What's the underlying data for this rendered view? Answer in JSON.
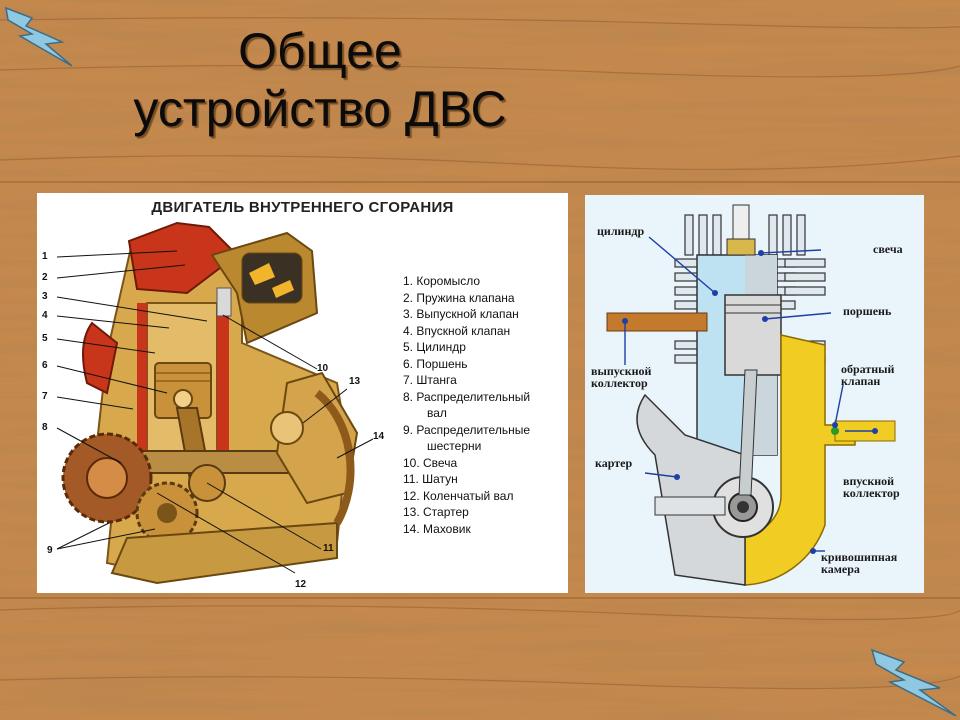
{
  "slide": {
    "title_line1": "Общее",
    "title_line2": "устройство ДВС"
  },
  "colors": {
    "wood": "#c98a4c",
    "wood_dark": "#8d5226",
    "bolt": "#8fc8e0",
    "engine_gold": "#d7a94c",
    "engine_red": "#c8351a",
    "coolant_yellow": "#f1cc22",
    "leader_blue": "#1d3fa6"
  },
  "icons": [
    "lightning-bolt-icon",
    "lightning-bolt-icon"
  ],
  "diagram_left": {
    "title": "ДВИГАТЕЛЬ ВНУТРЕННЕГО СГОРАНИЯ",
    "legend": [
      {
        "n": "1. Коромысло"
      },
      {
        "n": "2. Пружина клапана"
      },
      {
        "n": "3. Выпускной клапан"
      },
      {
        "n": "4. Впускной клапан"
      },
      {
        "n": "5. Цилиндр"
      },
      {
        "n": "6. Поршень"
      },
      {
        "n": "7. Штанга"
      },
      {
        "n": "8. Распределительный"
      },
      {
        "n": "вал"
      },
      {
        "n": "9. Распределительные"
      },
      {
        "n": "шестерни"
      },
      {
        "n": "10. Свеча"
      },
      {
        "n": "11. Шатун"
      },
      {
        "n": "12. Коленчатый вал"
      },
      {
        "n": "13. Стартер"
      },
      {
        "n": "14. Маховик"
      }
    ],
    "numbers": [
      "1",
      "2",
      "3",
      "4",
      "5",
      "6",
      "7",
      "8",
      "9",
      "10",
      "11",
      "12",
      "13",
      "14"
    ]
  },
  "diagram_right": {
    "labels": {
      "cylinder": "цилиндр",
      "spark_plug": "свеча",
      "piston": "поршень",
      "exhaust_1": "выпускной",
      "exhaust_2": "коллектор",
      "check_valve_1": "обратный",
      "check_valve_2": "клапан",
      "crankcase": "картер",
      "intake_1": "впускной",
      "intake_2": "коллектор",
      "crank_chamber_1": "кривошипная",
      "crank_chamber_2": "камера"
    }
  }
}
